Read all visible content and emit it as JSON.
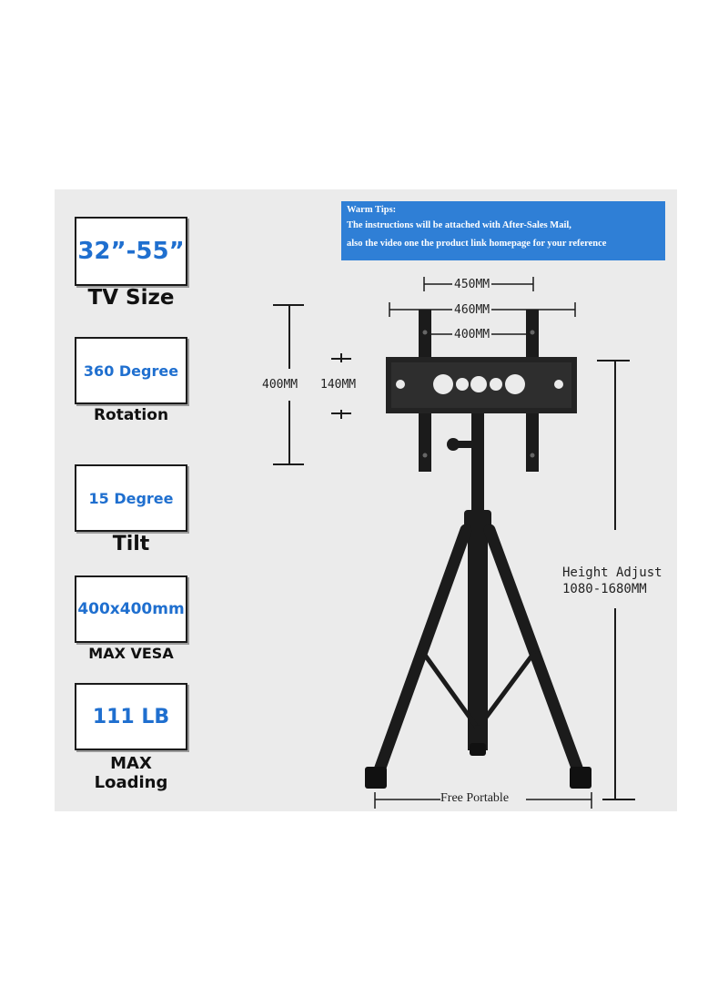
{
  "specs": [
    {
      "value": "32”-55”",
      "label": "TV Size"
    },
    {
      "value": "360 Degree",
      "label": "Rotation"
    },
    {
      "value": "15 Degree",
      "label": "Tilt"
    },
    {
      "value": "400x400mm",
      "label": "MAX VESA"
    },
    {
      "value": "111 LB",
      "label": "MAX Loading"
    }
  ],
  "tips": {
    "title": "Warm Tips:",
    "line1": "The instructions will be attached with After-Sales Mail,",
    "line2": "also the video one the product link homepage for your reference"
  },
  "dimensions": {
    "width_450": "450MM",
    "width_460": "460MM",
    "width_400": "400MM",
    "height_400": "400MM",
    "height_140": "140MM",
    "height_adjust_1": "Height Adjust",
    "height_adjust_2": "1080-1680MM",
    "free_portable": "Free Portable"
  },
  "colors": {
    "accent_blue": "#1f6fcf",
    "tips_bg": "#2f7fd6",
    "panel_bg": "#ebebeb",
    "stand": "#1b1b1b"
  }
}
